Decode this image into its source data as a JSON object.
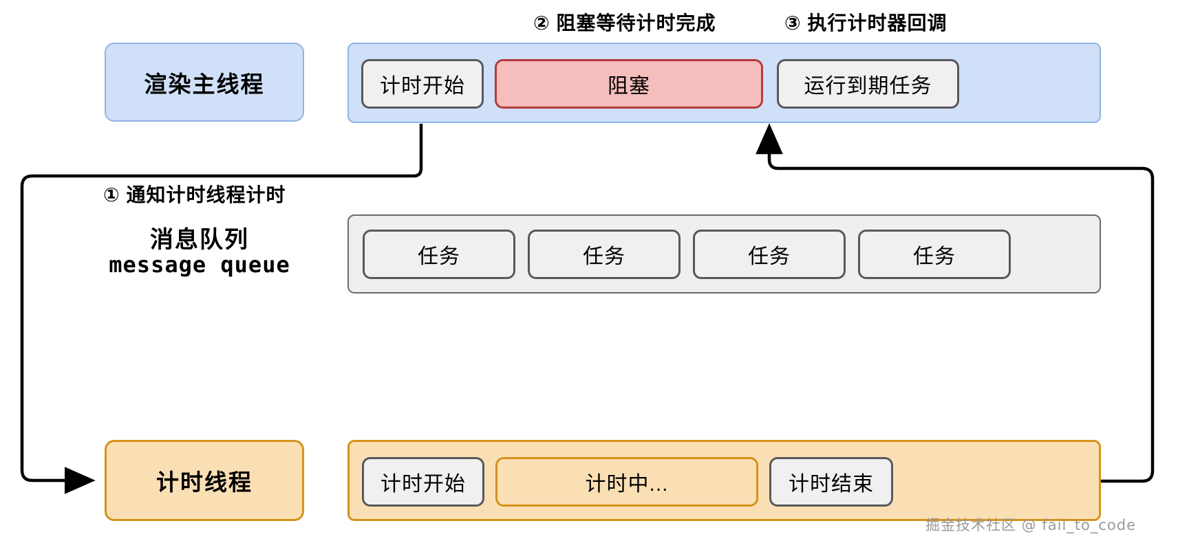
{
  "diagram": {
    "title": "renderer main thread and timer thread interaction",
    "colors": {
      "main_thread_fill": "#cfe0f8",
      "main_thread_stroke": "#8fb4e3",
      "timer_thread_fill": "#fbdfb4",
      "timer_thread_stroke": "#d6921b",
      "queue_fill": "#efefef",
      "queue_stroke": "#6b6b6b",
      "blocked_fill": "#f6bdbd",
      "blocked_stroke": "#b23b3b",
      "chip_fill": "#f0f0f0",
      "chip_stroke": "#58585a",
      "arrow": "#000000",
      "watermark": "#9a9a9a"
    }
  },
  "steps": {
    "one": "① 通知计时线程计时",
    "two": "② 阻塞等待计时完成",
    "three": "③ 执行计时器回调"
  },
  "main_thread": {
    "title": "渲染主线程",
    "chips": [
      {
        "label": "计时开始",
        "style": "grey"
      },
      {
        "label": "阻塞",
        "style": "red"
      },
      {
        "label": "运行到期任务",
        "style": "grey"
      }
    ]
  },
  "message_queue": {
    "title_cn": "消息队列",
    "title_en": "message queue",
    "tasks": [
      {
        "label": "任务"
      },
      {
        "label": "任务"
      },
      {
        "label": "任务"
      },
      {
        "label": "任务"
      }
    ]
  },
  "timer_thread": {
    "title": "计时线程",
    "chips": [
      {
        "label": "计时开始",
        "style": "grey"
      },
      {
        "label": "计时中...",
        "style": "orange"
      },
      {
        "label": "计时结束",
        "style": "grey"
      }
    ]
  },
  "watermark": {
    "text": "掘金技术社区 @ fail_to_code"
  }
}
